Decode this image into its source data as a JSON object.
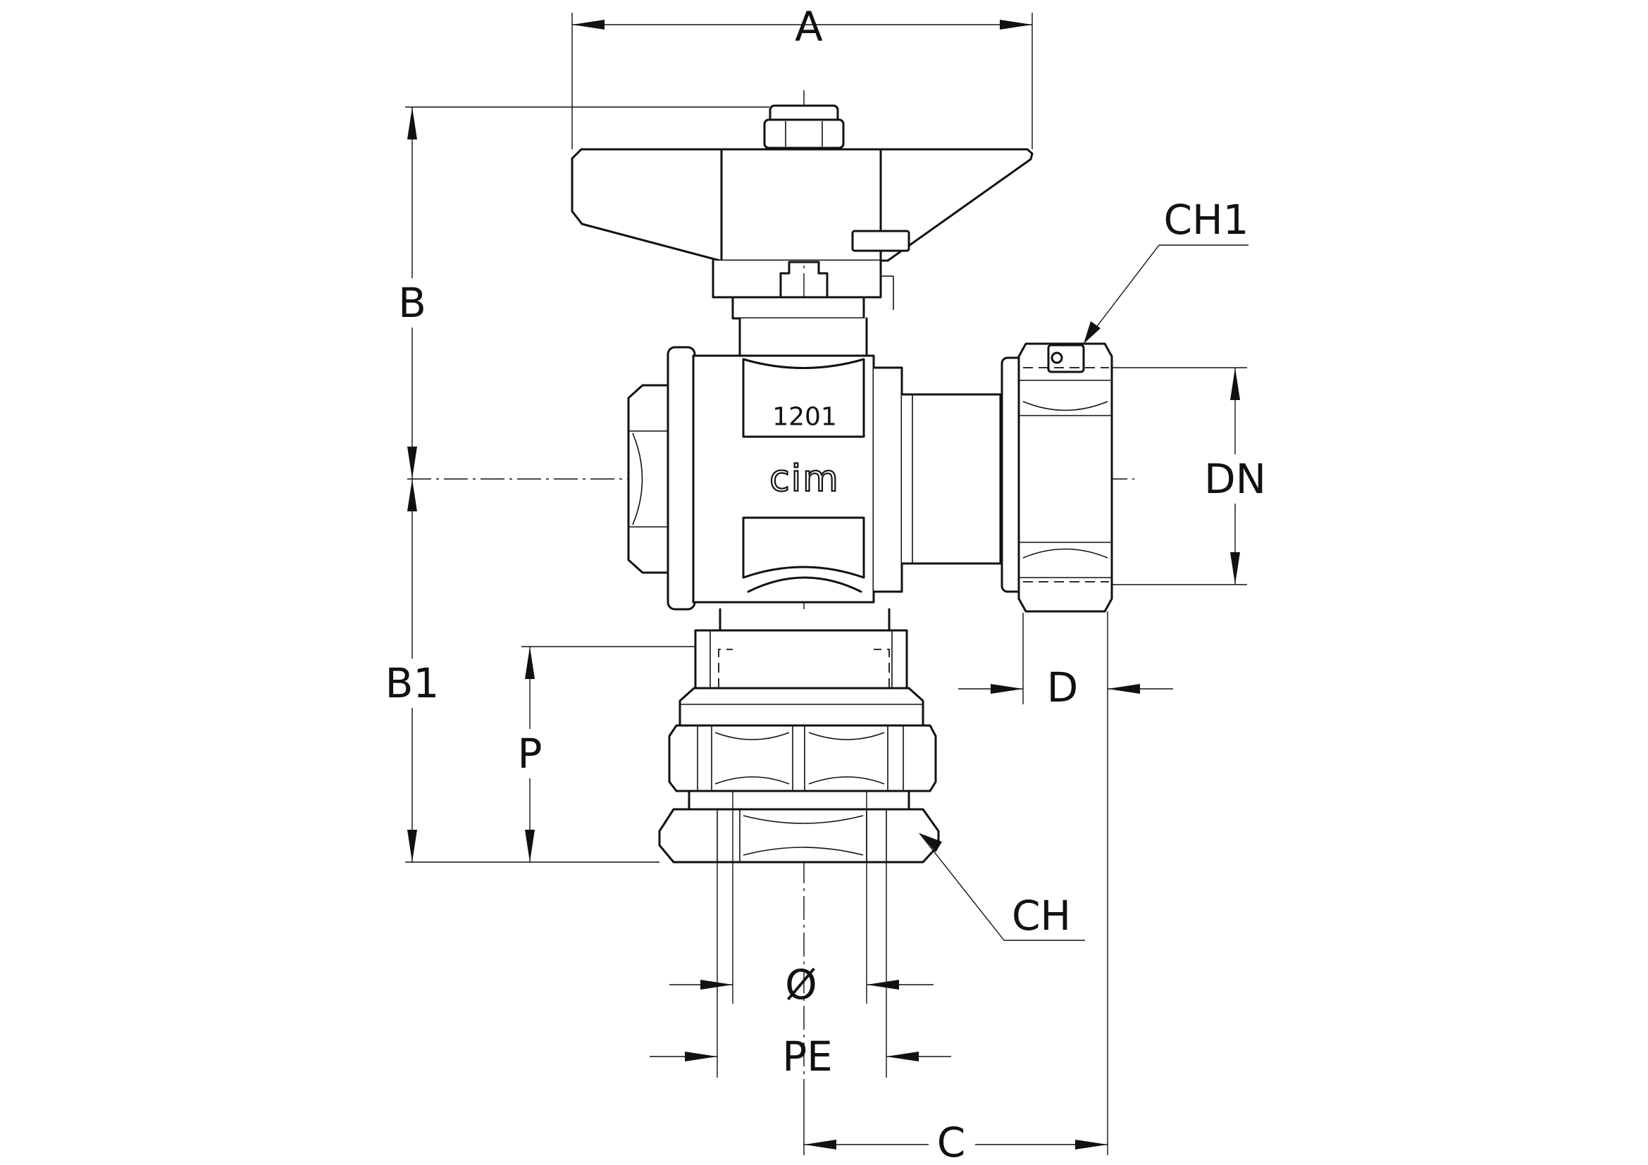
{
  "diagram": {
    "dimension_labels": {
      "a": "A",
      "b": "B",
      "b1": "B1",
      "c": "C",
      "d": "D",
      "dn": "DN",
      "p": "P",
      "ch": "CH",
      "ch1": "CH1",
      "diameter": "Ø",
      "pe": "PE"
    },
    "body_markings": {
      "model_number": "1201",
      "brand": "cim"
    }
  }
}
